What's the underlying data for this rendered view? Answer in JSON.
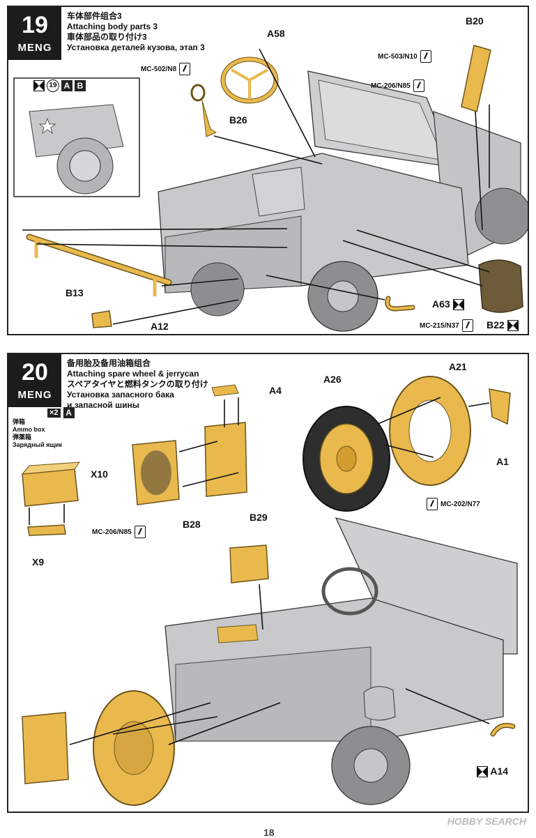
{
  "step19": {
    "number": "19",
    "brand": "MENG",
    "title_cn": "车体部件组合3",
    "title_en": "Attaching body parts 3",
    "title_jp": "車体部品の取り付け3",
    "title_ru": "Установка деталей кузова, этап 3",
    "inset_step_ref": "19",
    "inset_letters": [
      "A",
      "B"
    ],
    "parts": {
      "A58": "A58",
      "B20": "B20",
      "B26": "B26",
      "B13": "B13",
      "A12": "A12",
      "A63": "A63",
      "B22": "B22"
    },
    "paints": {
      "mc502": "MC-502/N8",
      "mc503": "MC-503/N10",
      "mc206": "MC-206/N85",
      "mc215": "MC-215/N37"
    }
  },
  "step20": {
    "number": "20",
    "brand": "MENG",
    "title_cn": "备用胎及备用油箱组合",
    "title_en": "Attaching spare wheel & jerrycan",
    "title_jp": "スペアタイヤと燃料タンクの取り付け",
    "title_ru_1": "Установка запасного бака",
    "title_ru_2": "и запасной шины",
    "ammo_cn": "弹箱",
    "ammo_en": "Ammo box",
    "ammo_jp": "弾薬箱",
    "ammo_ru": "Зарядный ящик",
    "ammo_qty": "×2",
    "ammo_letter": "A",
    "parts": {
      "A4": "A4",
      "A21": "A21",
      "A26": "A26",
      "A1": "A1",
      "X10": "X10",
      "X9": "X9",
      "B28": "B28",
      "B29": "B29",
      "A14": "A14"
    },
    "paints": {
      "mc206": "MC-206/N85",
      "mc202": "MC-202/N77"
    }
  },
  "footer": {
    "page": "18"
  },
  "watermark": "HOBBY SEARCH",
  "colors": {
    "body_gray": "#c9c9cb",
    "part_yellow": "#e9b94e",
    "part_outline": "#6b5418",
    "canvas_green": "#6e5b3a",
    "badge": "#1c1c1c"
  }
}
